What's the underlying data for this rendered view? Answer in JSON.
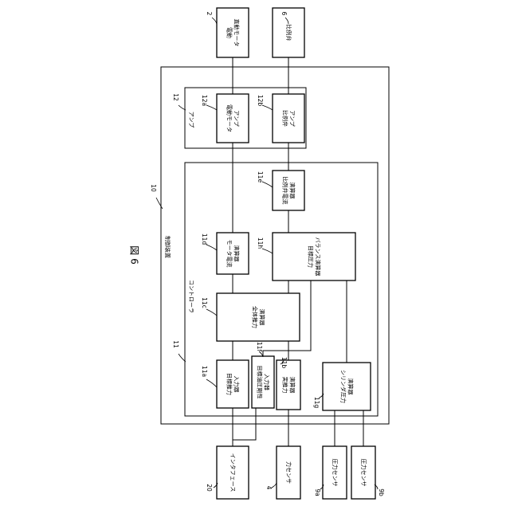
{
  "figure": {
    "title": "図 6"
  },
  "blocks": {
    "interface": {
      "ref": "20",
      "lines": [
        "インタフェース"
      ]
    },
    "force_sensor": {
      "ref": "4",
      "lines": [
        "力センサ"
      ]
    },
    "pressure_a": {
      "ref": "9a",
      "lines": [
        "圧力センサ"
      ]
    },
    "pressure_b": {
      "ref": "9b",
      "lines": [
        "圧力センサ"
      ]
    },
    "motor": {
      "ref": "2",
      "lines": [
        "電動",
        "直動モータ"
      ]
    },
    "valve": {
      "ref": "6",
      "lines": [
        "比例弁"
      ]
    },
    "target_thrust": {
      "ref": "11a",
      "lines": [
        "目標推力",
        "入力器"
      ]
    },
    "target_stiffness": {
      "ref": "11f",
      "lines": [
        "目標油圧剛性",
        "入力器"
      ]
    },
    "actual_thrust": {
      "ref": "11b",
      "lines": [
        "実推力",
        "演算器"
      ]
    },
    "cyl_pressure": {
      "ref": "11g",
      "lines": [
        "シリンダ圧力",
        "演算器"
      ]
    },
    "total_thrust": {
      "ref": "11c",
      "lines": [
        "全体推力",
        "演算器"
      ]
    },
    "motor_current": {
      "ref": "11d",
      "lines": [
        "モータ電流",
        "演算器"
      ]
    },
    "balance": {
      "ref": "11h",
      "lines": [
        "目標圧力",
        "バランス演算器"
      ]
    },
    "valve_current": {
      "ref": "11e",
      "lines": [
        "比例弁電流",
        "演算器"
      ]
    },
    "motor_amp": {
      "ref": "12a",
      "lines": [
        "電動モータ",
        "アンプ"
      ]
    },
    "valve_amp": {
      "ref": "12b",
      "lines": [
        "比例弁",
        "アンプ"
      ]
    }
  },
  "groups": {
    "control_device": {
      "ref": "10",
      "label": "制御装置"
    },
    "controller": {
      "ref": "11",
      "label": "コントローラ"
    },
    "amp": {
      "ref": "12",
      "label": "アンプ"
    }
  }
}
